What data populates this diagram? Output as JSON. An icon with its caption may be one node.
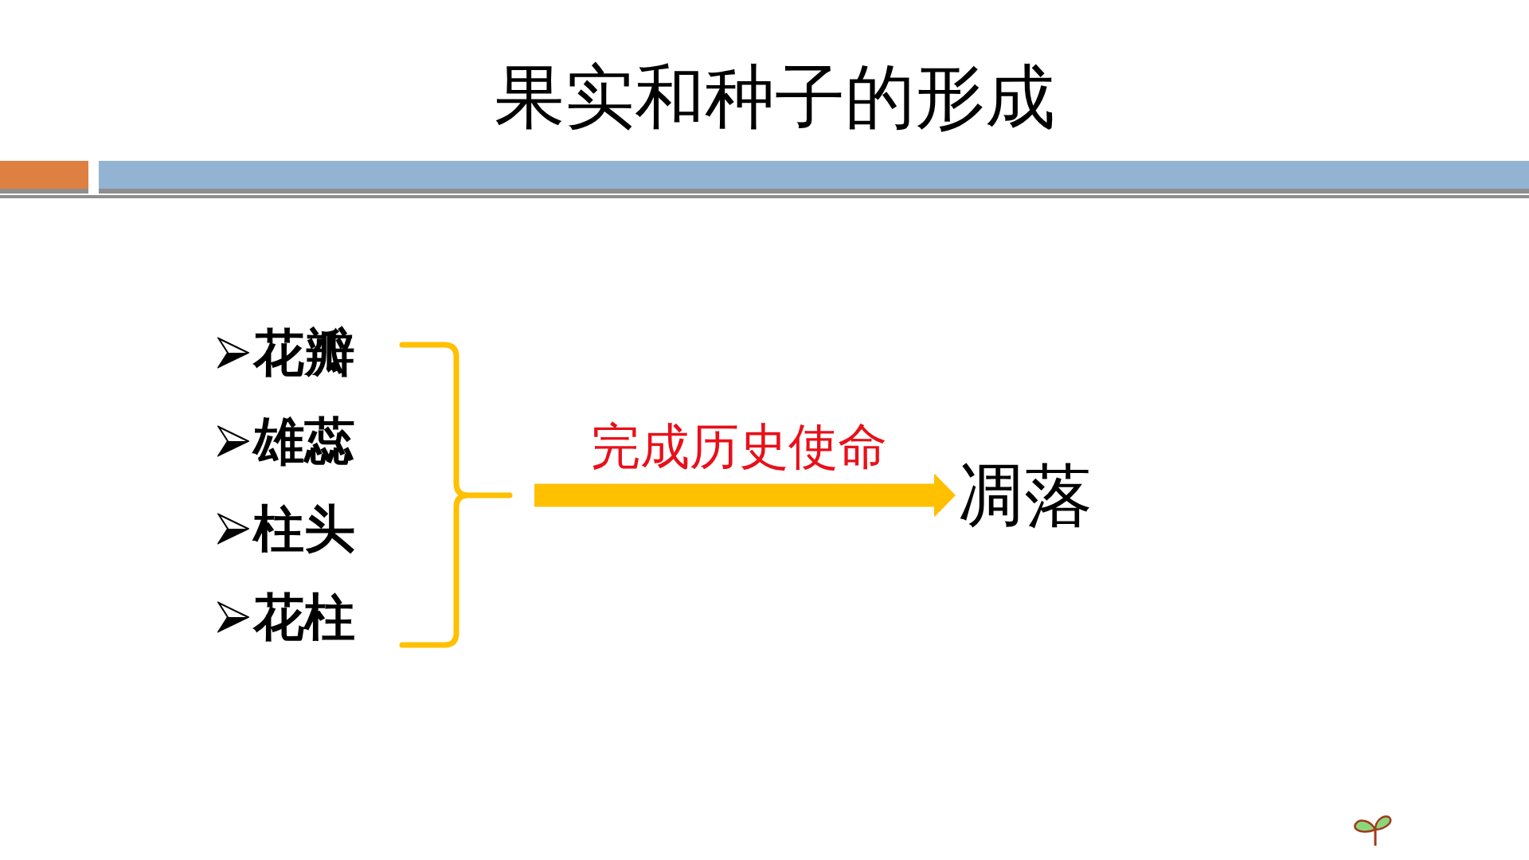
{
  "diagram": {
    "title": "果实和种子的形成",
    "nodes": [
      {
        "text": [
          "花瓣",
          "雄蕊",
          "柱头",
          "花柱"
        ]
      },
      {
        "text": [
          "凋落"
        ]
      }
    ],
    "edges": [
      {
        "from": 0,
        "to": 1,
        "arrow": "to",
        "label": "完成历史使命"
      }
    ]
  }
}
